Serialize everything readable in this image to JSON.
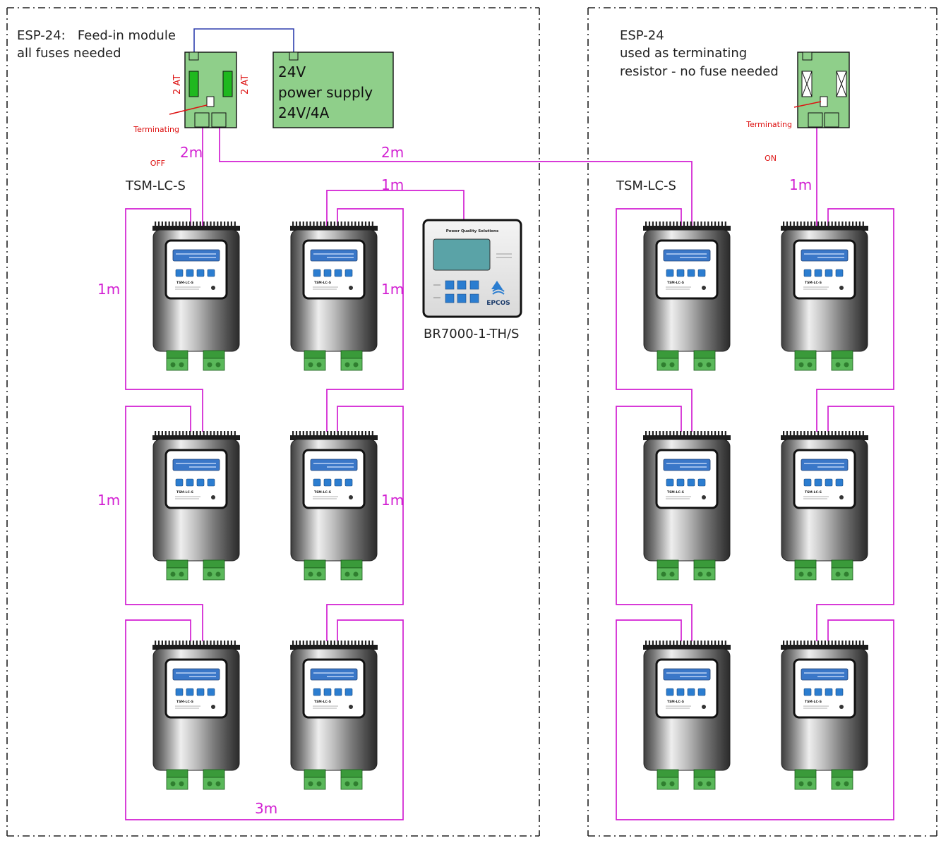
{
  "left_panel": {
    "title_lines": [
      "ESP-24:   Feed-in module",
      "all fuses needed"
    ],
    "fuse_label": "2 AT",
    "terminating_lines": [
      "Terminating",
      "OFF"
    ],
    "psu_lines": [
      "24V",
      "power supply",
      "24V/4A"
    ],
    "tsm_label": "TSM-LC-S",
    "controller_label": "BR7000-1-TH/S",
    "controller_screen_header": "Power Quality Solutions",
    "controller_brand": "EPCOS"
  },
  "right_panel": {
    "title_lines": [
      "ESP-24",
      "used as terminating",
      "resistor - no fuse needed"
    ],
    "terminating_lines": [
      "Terminating",
      "ON"
    ],
    "tsm_label": "TSM-LC-S"
  },
  "cable_labels": {
    "esp_to_tsm": "2m",
    "esp_to_right": "2m",
    "to_controller": "1m",
    "left_row1": "1m",
    "mid_row1": "1m",
    "left_row2": "1m",
    "mid_row2": "1m",
    "bottom_loop": "3m",
    "right_top": "1m"
  },
  "module_model": "TSM-LC-S",
  "colors": {
    "cable": "#d21fd2",
    "supply_wire": "#2e3fae",
    "pcb_green": "#8fcf8a",
    "fuse_green": "#1fb81f",
    "annotation_red": "#dd1111",
    "lcd_blue": "#3a77c8"
  }
}
